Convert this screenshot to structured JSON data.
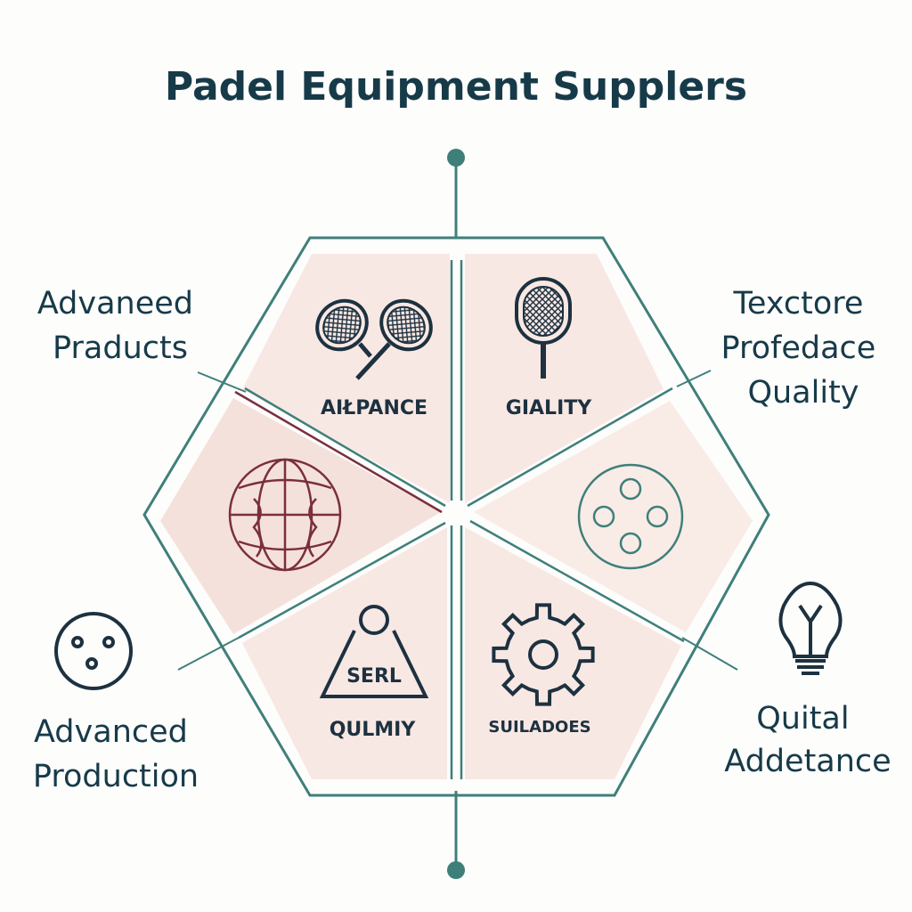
{
  "title": "Padel Equipment Supplers",
  "colors": {
    "teal": "#3f7f7a",
    "dark_ink": "#173a49",
    "segment_fill": "#f8e8e3",
    "segment_fill_left": "#f5e1dc",
    "maroon": "#7a2f3e"
  },
  "labels": {
    "top_left": [
      "Advaneed",
      "Praducts"
    ],
    "top_right": [
      "Texctore",
      "Profedace",
      "Quality"
    ],
    "bottom_left": [
      "Advanced",
      "Production"
    ],
    "bottom_right": [
      "Quital",
      "Addetance"
    ]
  },
  "segments": {
    "top_left": {
      "label": "AIŁPANCE",
      "icon": "padel-rackets-icon"
    },
    "top_right": {
      "label": "GIALITY",
      "icon": "padel-racket-icon"
    },
    "right": {
      "icon": "ball-dots-icon"
    },
    "bottom_right": {
      "label": "SUILADOES",
      "icon": "gear-icon"
    },
    "bottom_left": {
      "label": "QULMIY",
      "badge": "SERL",
      "icon": "weight-badge-icon"
    },
    "left": {
      "icon": "globe-icon"
    }
  },
  "outside_icons": {
    "bottom_left": "circle-dots-icon",
    "right": "lightbulb-icon"
  }
}
